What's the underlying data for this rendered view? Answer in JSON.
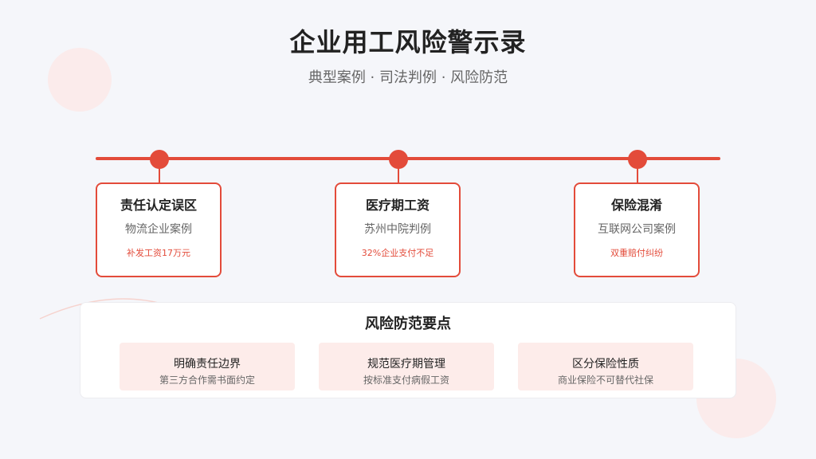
{
  "header": {
    "title": "企业用工风险警示录",
    "subtitle": "典型案例 · 司法判例 · 风险防范"
  },
  "cases": [
    {
      "title": "责任认定误区",
      "subtitle": "物流企业案例",
      "note": "补发工资17万元"
    },
    {
      "title": "医疗期工资",
      "subtitle": "苏州中院判例",
      "note": "32%企业支付不足"
    },
    {
      "title": "保险混淆",
      "subtitle": "互联网公司案例",
      "note": "双重赔付纠纷"
    }
  ],
  "prevention": {
    "title": "风险防范要点",
    "points": [
      {
        "title": "明确责任边界",
        "subtitle": "第三方合作需书面约定"
      },
      {
        "title": "规范医疗期管理",
        "subtitle": "按标准支付病假工资"
      },
      {
        "title": "区分保险性质",
        "subtitle": "商业保险不可替代社保"
      }
    ]
  },
  "colors": {
    "accent": "#e34b3a",
    "background": "#f5f6fa",
    "point_bg": "#fdecea",
    "deco": "#fbe9e7"
  }
}
